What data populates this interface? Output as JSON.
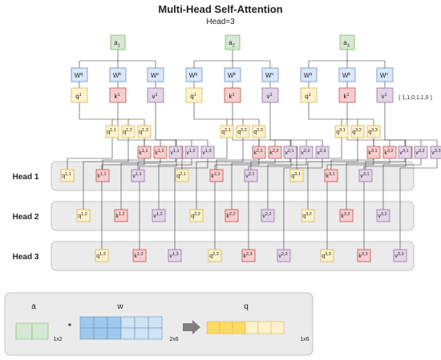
{
  "title": "Multi-Head Self-Attention",
  "subtitle": "Head=3",
  "inputs": [
    "a",
    "a",
    "a"
  ],
  "input_subs": [
    "1",
    "2",
    "3"
  ],
  "weights": [
    {
      "base": "W",
      "sup": "q"
    },
    {
      "base": "W",
      "sup": "k"
    },
    {
      "base": "W",
      "sup": "v"
    }
  ],
  "qkv": [
    {
      "base": "q",
      "sup": "1"
    },
    {
      "base": "k",
      "sup": "1"
    },
    {
      "base": "v",
      "sup": "1"
    }
  ],
  "vector_note": "( 1,1,0,1,1,0 )",
  "heads": [
    "Head 1",
    "Head 2",
    "Head 3"
  ],
  "legend": {
    "a_label": "a",
    "w_label": "w",
    "q_label": "q",
    "dim_a": "1x2",
    "dim_w": "2x6",
    "dim_q": "1x6",
    "multiply": "*"
  },
  "colors": {
    "input_fill": "#d5e8d4",
    "input_stroke": "#82b366",
    "weight_fill": "#dae8fc",
    "weight_stroke": "#6c8ebf",
    "q_fill": "#fff2cc",
    "q_stroke": "#d6b656",
    "k_fill": "#f8cecc",
    "k_stroke": "#b85450",
    "v_fill": "#e1d5e7",
    "v_stroke": "#9673a6",
    "band_fill": "#ebebeb",
    "band_stroke": "#b3b3b3",
    "w_cell_dark": "#9cc9ec",
    "w_cell_light": "#cfe4f4",
    "q_cell": "#ffd966",
    "q_cell_light": "#fff2cc",
    "arrow": "#808080"
  }
}
